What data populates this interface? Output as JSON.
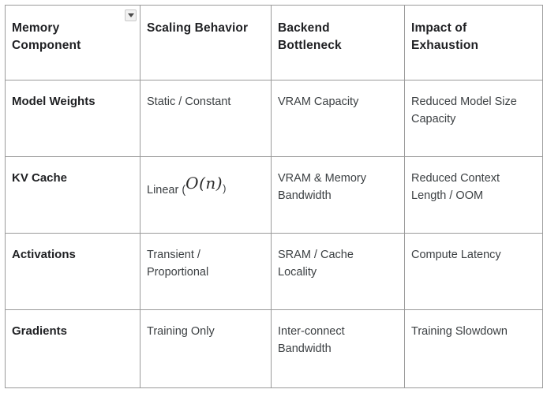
{
  "table": {
    "columns": [
      {
        "key": "memory_component",
        "label": "Memory Component",
        "has_menu": true,
        "menu_icon": "chevron-down-icon"
      },
      {
        "key": "scaling_behavior",
        "label": "Scaling Behavior",
        "has_menu": false
      },
      {
        "key": "backend_bottleneck",
        "label": "Backend Bottleneck",
        "has_menu": false
      },
      {
        "key": "impact_of_exhaustion",
        "label": "Impact of Exhaustion",
        "has_menu": false
      }
    ],
    "rows": [
      {
        "memory_component": "Model Weights",
        "scaling_behavior": "Static / Constant",
        "backend_bottleneck": "VRAM Capacity",
        "impact_of_exhaustion": "Reduced Model Size Capacity"
      },
      {
        "memory_component": "KV Cache",
        "scaling_behavior": "Linear (O(n))",
        "scaling_behavior_parts": {
          "prefix": "Linear (",
          "math": "O(n)",
          "suffix": ")"
        },
        "backend_bottleneck": "VRAM & Memory Bandwidth",
        "impact_of_exhaustion": "Reduced Context Length / OOM"
      },
      {
        "memory_component": "Activations",
        "scaling_behavior": "Transient / Proportional",
        "backend_bottleneck": "SRAM / Cache Locality",
        "impact_of_exhaustion": "Compute Latency"
      },
      {
        "memory_component": "Gradients",
        "scaling_behavior": "Training Only",
        "backend_bottleneck": "Inter-connect Bandwidth",
        "impact_of_exhaustion": "Training Slowdown"
      }
    ]
  },
  "colors": {
    "page_background": "#ffffff",
    "table_border_outer": "#8d8d8d",
    "table_border_inner": "#9a9a9a",
    "header_text": "#1f2023",
    "body_text": "#3c4043",
    "menu_button_fill": "#f1f1f1",
    "menu_button_border": "#c9c9c9",
    "caret_fill": "#4a4a4a"
  }
}
